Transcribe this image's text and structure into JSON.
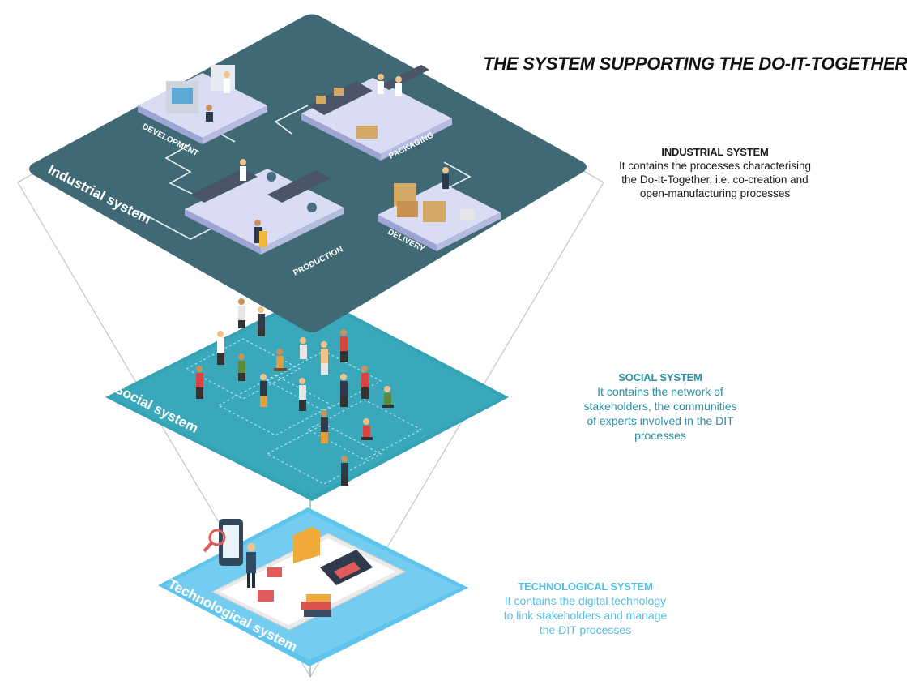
{
  "title": "THE SYSTEM SUPPORTING THE DO-IT-TOGETHER",
  "layers": {
    "industrial": {
      "label": "Industrial system",
      "heading": "INDUSTRIAL SYSTEM",
      "text_lines": [
        "It contains the processes characterising",
        "the Do-It-Together, i.e. co-creation and",
        "open-manufacturing processes"
      ],
      "color": "#3f6a75",
      "stations": [
        "DEVELOPMENT",
        "PACKAGING",
        "PRODUCTION",
        "DELIVERY"
      ]
    },
    "social": {
      "label": "Social system",
      "heading": "SOCIAL SYSTEM",
      "text_lines": [
        "It contains the network of",
        "stakeholders, the communities",
        "of experts involved in the DIT",
        "processes"
      ],
      "color": "#35a2b6"
    },
    "technological": {
      "label": "Technological system",
      "heading": "TECHNOLOGICAL SYSTEM",
      "text_lines": [
        "It contains the digital technology",
        "to link stakeholders and manage",
        "the DIT processes"
      ],
      "color": "#5ec4ec"
    }
  },
  "icons": [
    "factory-station-icon",
    "person-icon",
    "tablet-icon",
    "laptop-icon",
    "smartphone-icon",
    "magnifier-icon",
    "folder-icon"
  ]
}
